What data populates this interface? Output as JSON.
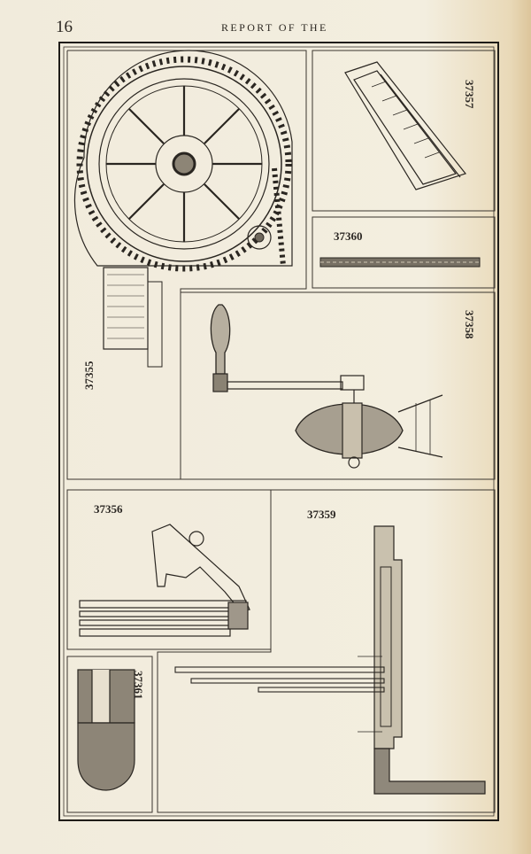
{
  "header": {
    "page_number": "16",
    "running_title": "REPORT OF THE"
  },
  "patents": [
    "37355",
    "37356",
    "37357",
    "37358",
    "37359",
    "37360",
    "37361"
  ]
}
